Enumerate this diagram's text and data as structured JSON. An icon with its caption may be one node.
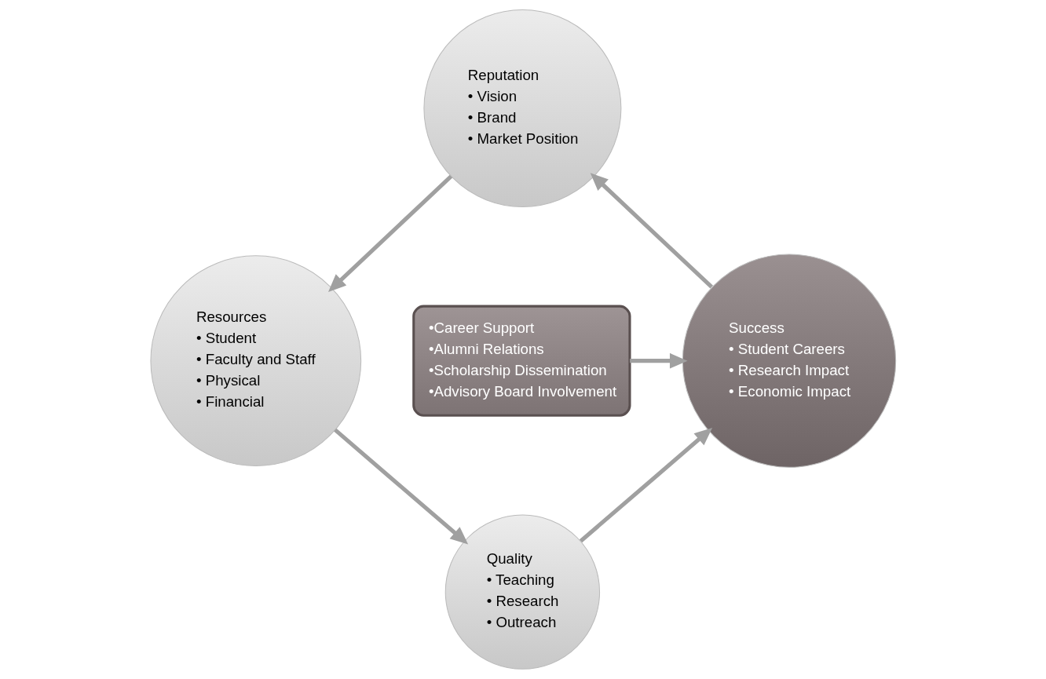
{
  "diagram": {
    "nodes": [
      {
        "text": [
          "Reputation",
          "• Vision",
          "• Brand",
          "• Market Position"
        ]
      },
      {
        "text": [
          "Resources",
          "• Student",
          "• Faculty and Staff",
          "• Physical",
          "• Financial"
        ]
      },
      {
        "text": [
          "Quality",
          "• Teaching",
          "• Research",
          "• Outreach"
        ]
      },
      {
        "text": [
          "Success",
          "• Student Careers",
          "• Research Impact",
          "• Economic Impact"
        ]
      },
      {
        "text": [
          "•Career Support",
          "•Alumni Relations",
          "•Scholarship Dissemination",
          "•Advisory Board Involvement"
        ]
      }
    ],
    "edges": [
      {
        "from": 0,
        "to": 1,
        "arrow": "to"
      },
      {
        "from": 1,
        "to": 2,
        "arrow": "to"
      },
      {
        "from": 2,
        "to": 3,
        "arrow": "to"
      },
      {
        "from": 3,
        "to": 0,
        "arrow": "to"
      },
      {
        "from": 4,
        "to": 3,
        "arrow": "to"
      }
    ]
  }
}
